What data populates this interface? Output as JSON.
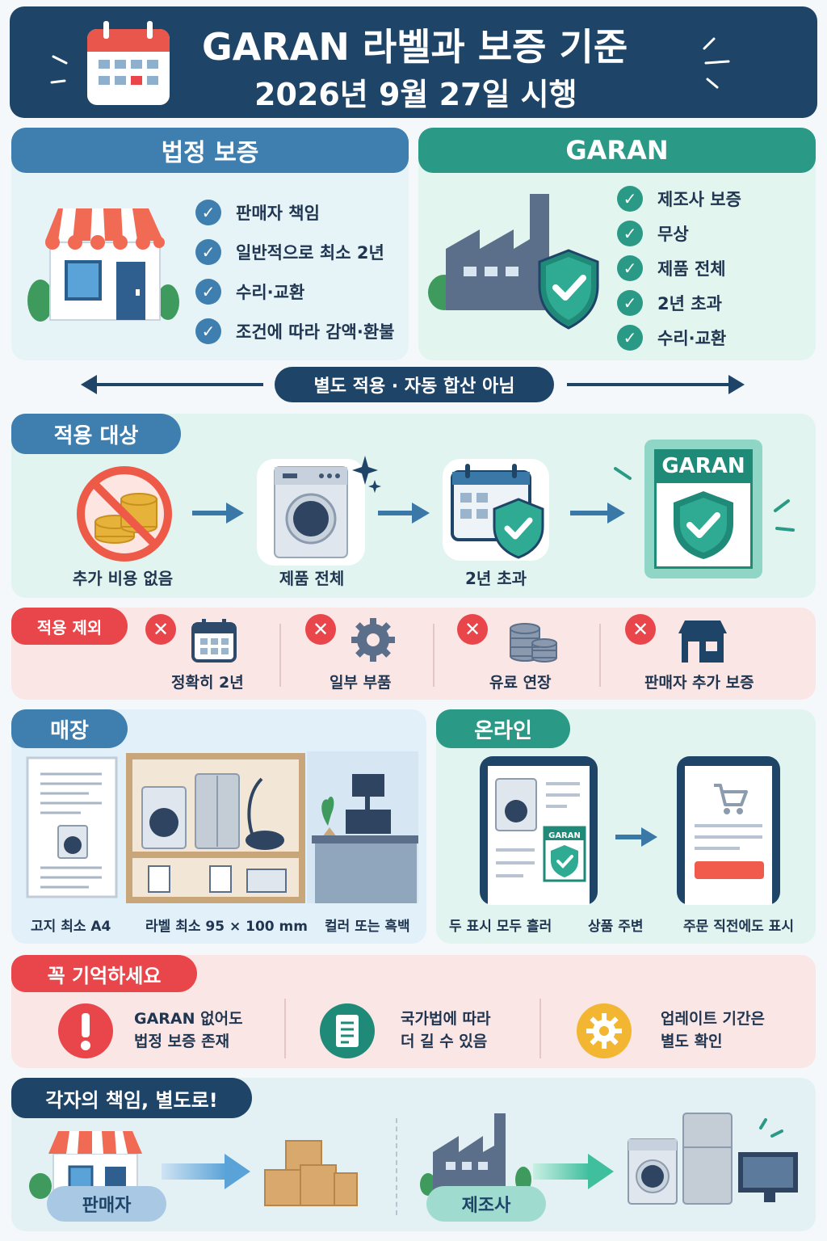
{
  "header": {
    "title": "GARAN 라벨과 보증 기준",
    "subtitle": "2026년 9월 27일 시행",
    "icon": "calendar-icon"
  },
  "legal": {
    "title": "법정 보증",
    "items": [
      "판매자 책임",
      "일반적으로 최소 2년",
      "수리·교환",
      "조건에 따라 감액·환불"
    ],
    "icon": "store-icon",
    "color": "#3f7fb0"
  },
  "garan": {
    "title": "GARAN",
    "items": [
      "제조사 보증",
      "무상",
      "제품 전체",
      "2년 초과",
      "수리·교환"
    ],
    "icon": "factory-shield-icon",
    "color": "#2a9a86"
  },
  "separator": {
    "label": "별도 적용 · 자동 합산 아님"
  },
  "target": {
    "title": "적용 대상",
    "steps": [
      "추가 비용 없음",
      "제품 전체",
      "2년 초과"
    ],
    "label_badge": "GARAN"
  },
  "exclusion": {
    "title": "적용 제외",
    "items": [
      "정확히 2년",
      "일부 부품",
      "유료 연장",
      "판매자 추가 보증"
    ]
  },
  "store": {
    "title": "매장",
    "captions": [
      "고지 최소 A4",
      "라벨 최소 95 × 100 mm",
      "컬러 또는 흑백"
    ]
  },
  "online": {
    "title": "온라인",
    "badge": "GARAN",
    "captions": [
      "두 표시 모두 흘러",
      "상품 주변",
      "주문 직전에도 표시"
    ]
  },
  "remember": {
    "title": "꼭 기억하세요",
    "items": [
      {
        "line1": "GARAN 없어도",
        "line2": "법정 보증 존재",
        "icon": "exclamation-icon"
      },
      {
        "line1": "국가법에 따라",
        "line2": "더 길 수 있음",
        "icon": "document-icon"
      },
      {
        "line1": "업레이트 기간은",
        "line2": "별도 확인",
        "icon": "gear-icon"
      }
    ]
  },
  "responsibility": {
    "title": "각자의 책임, 별도로!",
    "seller": "판매자",
    "maker": "제조사"
  }
}
